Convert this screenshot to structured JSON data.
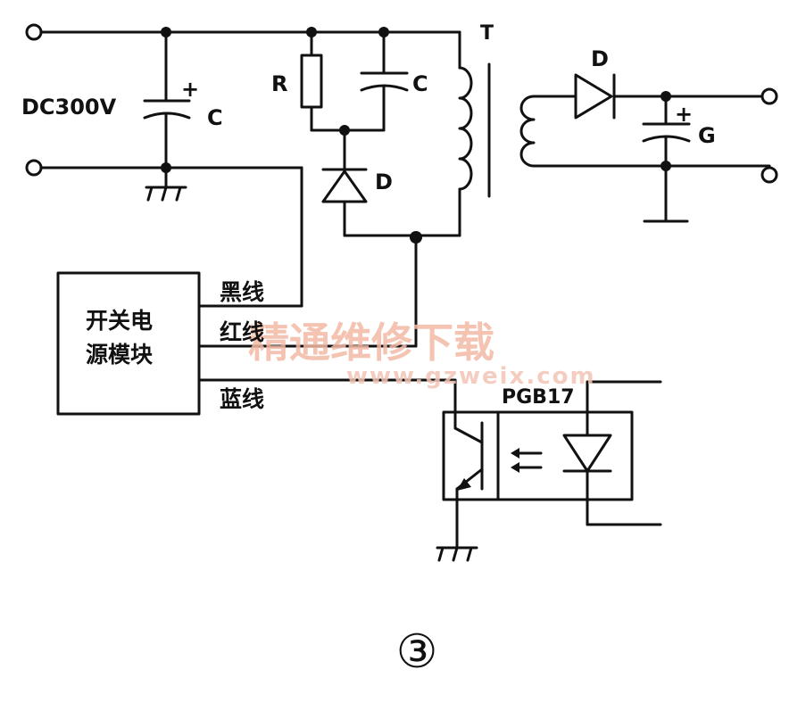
{
  "labels": {
    "dc_voltage": "DC300V",
    "cap_input": "C",
    "cap_input_plus": "+",
    "resistor": "R",
    "cap_snubber": "C",
    "diode_snubber": "D",
    "transformer": "T",
    "diode_output": "D",
    "cap_output": "G",
    "cap_output_plus": "+",
    "optocoupler": "PGB17"
  },
  "module": {
    "line1": "开关电",
    "line2": "源模块"
  },
  "wires": {
    "black": "黑线",
    "red": "红线",
    "blue": "蓝线"
  },
  "watermark": {
    "title": "精通维修下载",
    "url": "www.gzweix.com"
  },
  "figure_number": "③"
}
